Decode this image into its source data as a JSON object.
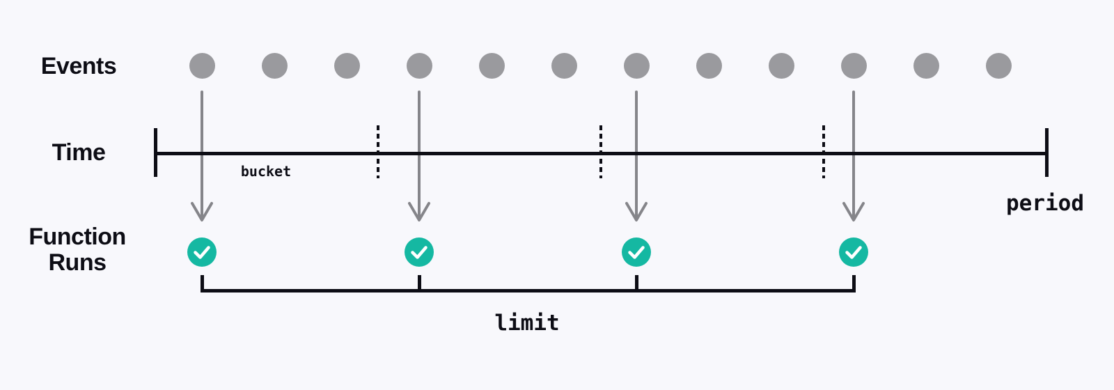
{
  "labels": {
    "events": "Events",
    "time": "Time",
    "function_runs": "Function Runs",
    "bucket": "bucket",
    "period": "period",
    "limit": "limit"
  },
  "colors": {
    "bg": "#f8f8fc",
    "ink": "#0d0d15",
    "dot": "#9a9a9e",
    "arrow": "#85858a",
    "teal": "#15b8a2",
    "check": "#ffffff"
  },
  "icons": {
    "event_dot": "gray-circle",
    "function_run": "teal-check-circle-icon",
    "event_arrow": "arrow-down-icon"
  },
  "diagram": {
    "event_count": 12,
    "function_run_count": 4,
    "bucket_count": 4,
    "dots_x": [
      290,
      394,
      498,
      602,
      706,
      810,
      914,
      1018,
      1122,
      1226,
      1330,
      1434
    ],
    "arrows_x": [
      290,
      602,
      914,
      1226
    ],
    "separators_x": [
      543,
      863,
      1183
    ],
    "checks_x": [
      290,
      602,
      914,
      1226
    ],
    "bracket_ticks_x": [
      290,
      602,
      914,
      1226
    ]
  }
}
